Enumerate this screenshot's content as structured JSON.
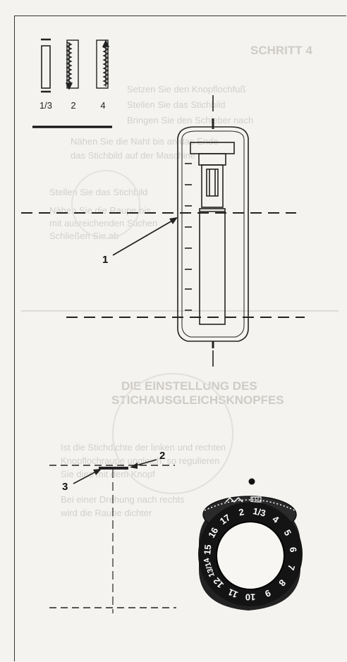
{
  "stitch_icons": {
    "labels": [
      "1/3",
      "2",
      "4"
    ]
  },
  "callouts": {
    "one": "1",
    "two": "2",
    "three": "3"
  },
  "dial": {
    "numbers": [
      "1/3",
      "4",
      "5",
      "6",
      "7",
      "8",
      "9",
      "10",
      "11",
      "12",
      "13/14",
      "15",
      "16",
      "17",
      "2"
    ]
  },
  "bleed_through": {
    "heading_top": "SCHRITT 4",
    "bullets": [
      "Setzen Sie den Knopflochfuß",
      "Stellen Sie das Stichbild",
      "Bringen Sie den Schieber nach",
      "Nähen Sie die Naht bis an das Ende",
      "das Stichbild auf der Maschine",
      "Stellen Sie das Stichbild",
      "Nähen Sie die Raupe bis",
      "mit ausreichenden Stichen",
      "Schließen Sie ab"
    ],
    "heading_bottom_1": "DIE EINSTELLUNG DES",
    "heading_bottom_2": "STICHAUSGLEICHSKNOPFES",
    "para_1": [
      "Ist die Stichdichte der linken und rechten",
      "Knopflochraupe ungleich, so regulieren",
      "Sie dies mit dem Knopf"
    ],
    "para_2": [
      "Bei einer Drehung nach rechts",
      "wird die Raupe dichter"
    ]
  },
  "colors": {
    "ink": "#1b1b1b",
    "paper": "#f4f3ef",
    "ghost": "#d2d0cc"
  }
}
